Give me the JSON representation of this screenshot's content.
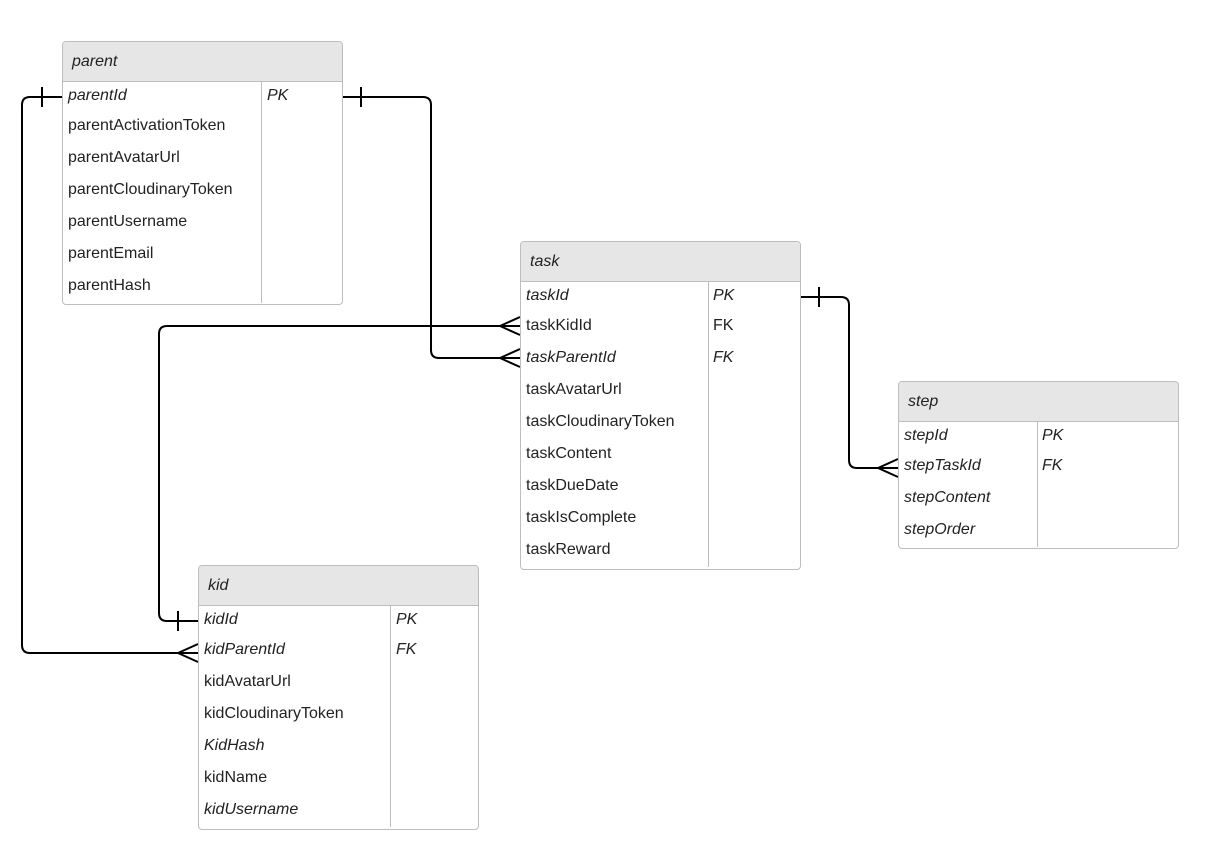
{
  "entities": {
    "parent": {
      "name": "parent",
      "fields": [
        {
          "name": "parentId",
          "key": "PK"
        },
        {
          "name": "parentActivationToken",
          "key": ""
        },
        {
          "name": "parentAvatarUrl",
          "key": ""
        },
        {
          "name": "parentCloudinaryToken",
          "key": ""
        },
        {
          "name": "parentUsername",
          "key": ""
        },
        {
          "name": "parentEmail",
          "key": ""
        },
        {
          "name": "parentHash",
          "key": ""
        }
      ]
    },
    "task": {
      "name": "task",
      "fields": [
        {
          "name": "taskId",
          "key": "PK"
        },
        {
          "name": "taskKidId",
          "key": "FK"
        },
        {
          "name": "taskParentId",
          "key": "FK"
        },
        {
          "name": "taskAvatarUrl",
          "key": ""
        },
        {
          "name": "taskCloudinaryToken",
          "key": ""
        },
        {
          "name": "taskContent",
          "key": ""
        },
        {
          "name": "taskDueDate",
          "key": ""
        },
        {
          "name": "taskIsComplete",
          "key": ""
        },
        {
          "name": "taskReward",
          "key": ""
        }
      ]
    },
    "step": {
      "name": "step",
      "fields": [
        {
          "name": "stepId",
          "key": "PK"
        },
        {
          "name": "stepTaskId",
          "key": "FK"
        },
        {
          "name": "stepContent",
          "key": ""
        },
        {
          "name": "stepOrder",
          "key": ""
        }
      ]
    },
    "kid": {
      "name": "kid",
      "fields": [
        {
          "name": "kidId",
          "key": "PK"
        },
        {
          "name": "kidParentId",
          "key": "FK"
        },
        {
          "name": "kidAvatarUrl",
          "key": ""
        },
        {
          "name": "kidCloudinaryToken",
          "key": ""
        },
        {
          "name": "KidHash",
          "key": ""
        },
        {
          "name": "kidName",
          "key": ""
        },
        {
          "name": "kidUsername",
          "key": ""
        }
      ]
    }
  },
  "relationships": [
    {
      "from": "parent.parentId",
      "to": "task.taskParentId",
      "from_cardinality": "one",
      "to_cardinality": "many"
    },
    {
      "from": "parent.parentId",
      "to": "kid.kidParentId",
      "from_cardinality": "one",
      "to_cardinality": "many"
    },
    {
      "from": "kid.kidId",
      "to": "task.taskKidId",
      "from_cardinality": "one",
      "to_cardinality": "many"
    },
    {
      "from": "task.taskId",
      "to": "step.stepTaskId",
      "from_cardinality": "one",
      "to_cardinality": "many"
    }
  ],
  "colors": {
    "header_fill": "#e6e6e6",
    "border": "#bdbdbd",
    "connector": "#000000"
  }
}
